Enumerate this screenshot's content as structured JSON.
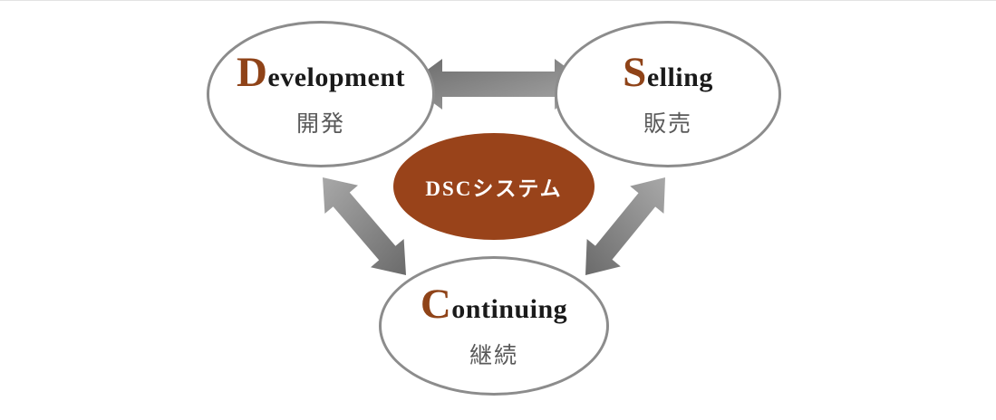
{
  "diagram": {
    "center_label": "DSCシステム",
    "nodes": {
      "development": {
        "initial": "D",
        "rest": "evelopment",
        "jp": "開発"
      },
      "selling": {
        "initial": "S",
        "rest": "elling",
        "jp": "販売"
      },
      "continuing": {
        "initial": "C",
        "rest": "ontinuing",
        "jp": "継続"
      }
    },
    "colors": {
      "accent_brown": "#99431a",
      "initial_brown": "#8f4318",
      "ellipse_border": "#8c8c8c",
      "arrow_dark": "#6b6b6b",
      "arrow_light": "#a8a8a8",
      "jp_text": "#595959",
      "en_text": "#1a1a1a"
    }
  }
}
